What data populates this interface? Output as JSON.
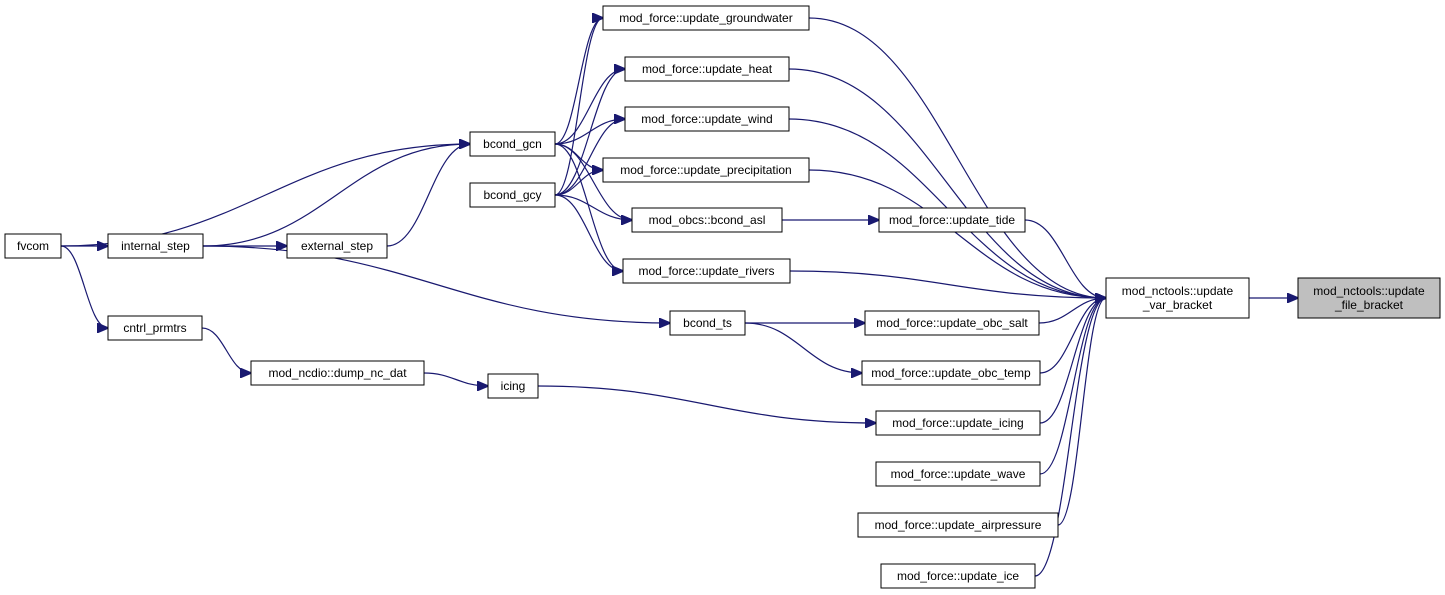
{
  "colors": {
    "edge": "#191970",
    "highlight_fill": "#bfbfbf",
    "node_border": "#000000"
  },
  "nodes": [
    {
      "id": "fvcom",
      "lines": [
        "fvcom"
      ]
    },
    {
      "id": "internal_step",
      "lines": [
        "internal_step"
      ]
    },
    {
      "id": "cntrl_prmtrs",
      "lines": [
        "cntrl_prmtrs"
      ]
    },
    {
      "id": "external_step",
      "lines": [
        "external_step"
      ]
    },
    {
      "id": "dump_nc_dat",
      "lines": [
        "mod_ncdio::dump_nc_dat"
      ]
    },
    {
      "id": "bcond_gcn",
      "lines": [
        "bcond_gcn"
      ]
    },
    {
      "id": "bcond_gcy",
      "lines": [
        "bcond_gcy"
      ]
    },
    {
      "id": "icing",
      "lines": [
        "icing"
      ]
    },
    {
      "id": "bcond_ts",
      "lines": [
        "bcond_ts"
      ]
    },
    {
      "id": "update_groundwater",
      "lines": [
        "mod_force::update_groundwater"
      ]
    },
    {
      "id": "update_heat",
      "lines": [
        "mod_force::update_heat"
      ]
    },
    {
      "id": "update_wind",
      "lines": [
        "mod_force::update_wind"
      ]
    },
    {
      "id": "update_precipitation",
      "lines": [
        "mod_force::update_precipitation"
      ]
    },
    {
      "id": "bcond_asl",
      "lines": [
        "mod_obcs::bcond_asl"
      ]
    },
    {
      "id": "update_rivers",
      "lines": [
        "mod_force::update_rivers"
      ]
    },
    {
      "id": "update_tide",
      "lines": [
        "mod_force::update_tide"
      ]
    },
    {
      "id": "update_obc_salt",
      "lines": [
        "mod_force::update_obc_salt"
      ]
    },
    {
      "id": "update_obc_temp",
      "lines": [
        "mod_force::update_obc_temp"
      ]
    },
    {
      "id": "update_icing",
      "lines": [
        "mod_force::update_icing"
      ]
    },
    {
      "id": "update_wave",
      "lines": [
        "mod_force::update_wave"
      ]
    },
    {
      "id": "update_airpressure",
      "lines": [
        "mod_force::update_airpressure"
      ]
    },
    {
      "id": "update_ice",
      "lines": [
        "mod_force::update_ice"
      ]
    },
    {
      "id": "update_var_bracket",
      "lines": [
        "mod_nctools::update",
        "_var_bracket"
      ]
    },
    {
      "id": "update_file_bracket",
      "lines": [
        "mod_nctools::update",
        "_file_bracket"
      ],
      "highlight": true
    }
  ],
  "edges": [
    {
      "from": "fvcom",
      "to": "internal_step"
    },
    {
      "from": "fvcom",
      "to": "cntrl_prmtrs"
    },
    {
      "from": "fvcom",
      "to": "bcond_gcn"
    },
    {
      "from": "internal_step",
      "to": "external_step"
    },
    {
      "from": "internal_step",
      "to": "bcond_gcn"
    },
    {
      "from": "internal_step",
      "to": "bcond_ts"
    },
    {
      "from": "external_step",
      "to": "bcond_gcn"
    },
    {
      "from": "cntrl_prmtrs",
      "to": "dump_nc_dat"
    },
    {
      "from": "dump_nc_dat",
      "to": "icing"
    },
    {
      "from": "bcond_gcn",
      "to": "update_groundwater"
    },
    {
      "from": "bcond_gcn",
      "to": "update_heat"
    },
    {
      "from": "bcond_gcn",
      "to": "update_wind"
    },
    {
      "from": "bcond_gcn",
      "to": "update_precipitation"
    },
    {
      "from": "bcond_gcn",
      "to": "bcond_asl"
    },
    {
      "from": "bcond_gcn",
      "to": "update_rivers"
    },
    {
      "from": "bcond_gcy",
      "to": "update_groundwater"
    },
    {
      "from": "bcond_gcy",
      "to": "update_heat"
    },
    {
      "from": "bcond_gcy",
      "to": "update_wind"
    },
    {
      "from": "bcond_gcy",
      "to": "update_precipitation"
    },
    {
      "from": "bcond_gcy",
      "to": "bcond_asl"
    },
    {
      "from": "bcond_gcy",
      "to": "update_rivers"
    },
    {
      "from": "bcond_asl",
      "to": "update_tide"
    },
    {
      "from": "bcond_ts",
      "to": "update_obc_salt"
    },
    {
      "from": "bcond_ts",
      "to": "update_obc_temp"
    },
    {
      "from": "icing",
      "to": "update_icing"
    },
    {
      "from": "update_groundwater",
      "to": "update_var_bracket"
    },
    {
      "from": "update_heat",
      "to": "update_var_bracket"
    },
    {
      "from": "update_wind",
      "to": "update_var_bracket"
    },
    {
      "from": "update_precipitation",
      "to": "update_var_bracket"
    },
    {
      "from": "update_tide",
      "to": "update_var_bracket"
    },
    {
      "from": "update_rivers",
      "to": "update_var_bracket"
    },
    {
      "from": "update_obc_salt",
      "to": "update_var_bracket"
    },
    {
      "from": "update_obc_temp",
      "to": "update_var_bracket"
    },
    {
      "from": "update_icing",
      "to": "update_var_bracket"
    },
    {
      "from": "update_wave",
      "to": "update_var_bracket"
    },
    {
      "from": "update_airpressure",
      "to": "update_var_bracket"
    },
    {
      "from": "update_ice",
      "to": "update_var_bracket"
    },
    {
      "from": "update_var_bracket",
      "to": "update_file_bracket"
    }
  ]
}
